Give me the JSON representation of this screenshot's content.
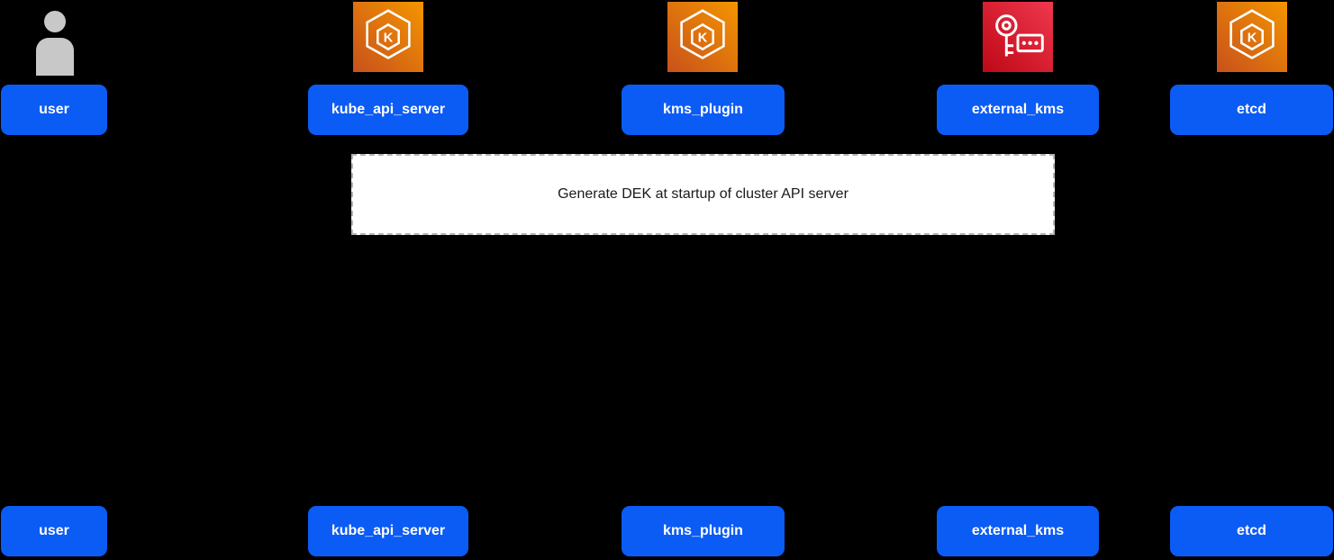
{
  "diagram": {
    "type": "sequence-diagram",
    "background": "#000000"
  },
  "colors": {
    "actor_fill": "#0b5bf5",
    "actor_text": "#ffffff",
    "note_fill": "#ffffff",
    "note_border": "#b3b3b3",
    "note_text": "#1a1a1a",
    "icon_orange_dark": "#c8511b",
    "icon_orange_light": "#f49500",
    "icon_red_dark": "#bd0816",
    "icon_red_light": "#f0384e",
    "person_gray": "#c8c8c8"
  },
  "actors": [
    {
      "label": "user",
      "icon": "person-icon"
    },
    {
      "label": "kube_api_server",
      "icon": "eks-kubernetes-icon"
    },
    {
      "label": "kms_plugin",
      "icon": "eks-kubernetes-icon"
    },
    {
      "label": "external_kms",
      "icon": "kms-key-icon"
    },
    {
      "label": "etcd",
      "icon": "eks-kubernetes-icon"
    }
  ],
  "note": {
    "text": "Generate DEK at startup of cluster API server"
  }
}
